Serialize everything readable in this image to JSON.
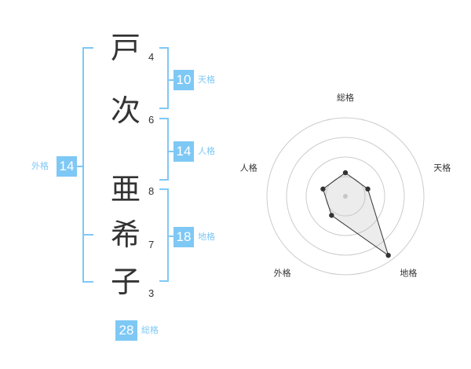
{
  "name_chars": [
    {
      "char": "戸",
      "strokes": "4"
    },
    {
      "char": "次",
      "strokes": "6"
    },
    {
      "char": "亜",
      "strokes": "8"
    },
    {
      "char": "希",
      "strokes": "7"
    },
    {
      "char": "子",
      "strokes": "3"
    }
  ],
  "kaku": {
    "tenkaku": {
      "value": "10",
      "label": "天格"
    },
    "jinkaku": {
      "value": "14",
      "label": "人格"
    },
    "chikaku": {
      "value": "18",
      "label": "地格"
    },
    "gaikaku": {
      "value": "14",
      "label": "外格"
    },
    "soukaku": {
      "value": "28",
      "label": "総格"
    }
  },
  "colors": {
    "accent": "#7ec8f5",
    "text": "#333333"
  },
  "chart_data": {
    "type": "radar",
    "axes": [
      "総格",
      "天格",
      "地格",
      "外格",
      "人格"
    ],
    "values": [
      0.3,
      0.3,
      0.93,
      0.3,
      0.3
    ],
    "max": 1
  }
}
